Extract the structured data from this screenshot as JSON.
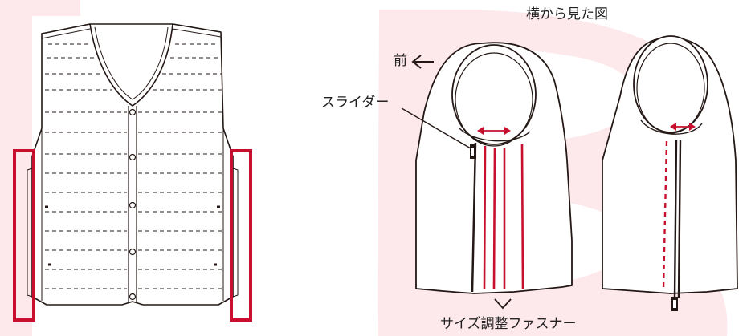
{
  "labels": {
    "view_title": "横から見た図",
    "front": "前",
    "slider": "スライダー",
    "size_zipper": "サイズ調整ファスナー"
  },
  "colors": {
    "accent": "#c8102e",
    "watermark": "#fde8ec",
    "line": "#231815",
    "background": "#ffffff"
  },
  "icons": {
    "front_arrow": "arrow-left-icon",
    "zipper_arrow": "chevron-down-icon"
  }
}
